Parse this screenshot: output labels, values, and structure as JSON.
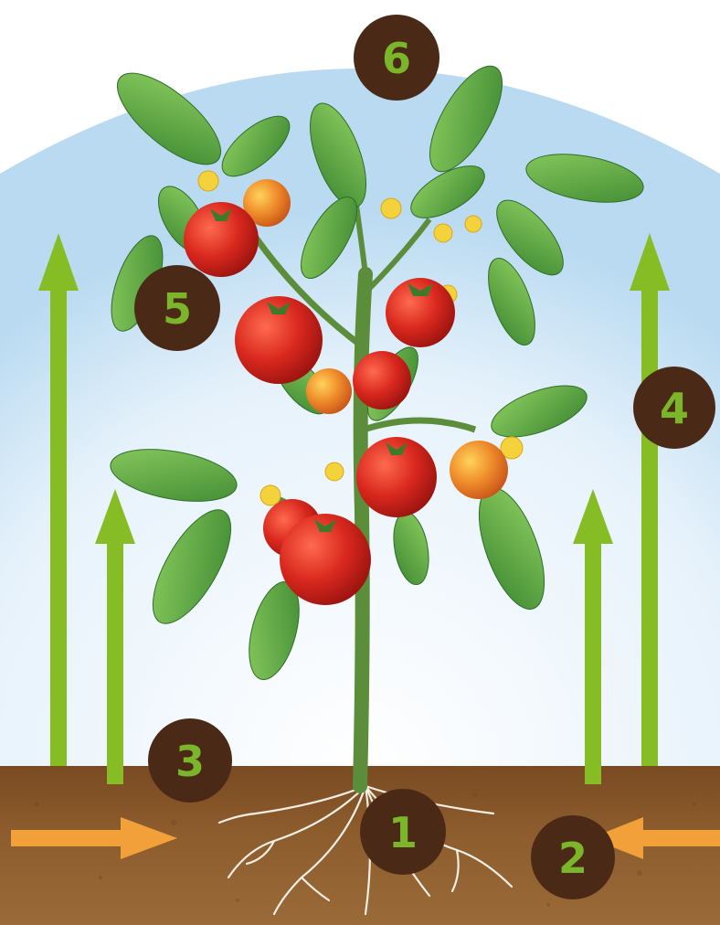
{
  "diagram": {
    "badges": [
      {
        "id": "1",
        "label": "1"
      },
      {
        "id": "2",
        "label": "2"
      },
      {
        "id": "3",
        "label": "3"
      },
      {
        "id": "4",
        "label": "4"
      },
      {
        "id": "5",
        "label": "5"
      },
      {
        "id": "6",
        "label": "6"
      }
    ],
    "colors": {
      "sky_top": "#b9daf1",
      "sky_bottom": "#ffffff",
      "soil": "#8a5a2b",
      "soil_dark": "#6e4420",
      "up_arrow": "#86bd25",
      "side_arrow": "#f2a03a",
      "badge_fill": "#4a2a17",
      "badge_text": "#7ab52a",
      "leaf": "#4f9a3a",
      "leaf_light": "#7cc05a",
      "stem": "#5b8d3a",
      "tomato": "#d9281e",
      "tomato_unripe": "#e98b2a",
      "flower": "#f3d23b",
      "root": "#f2efe6"
    }
  }
}
